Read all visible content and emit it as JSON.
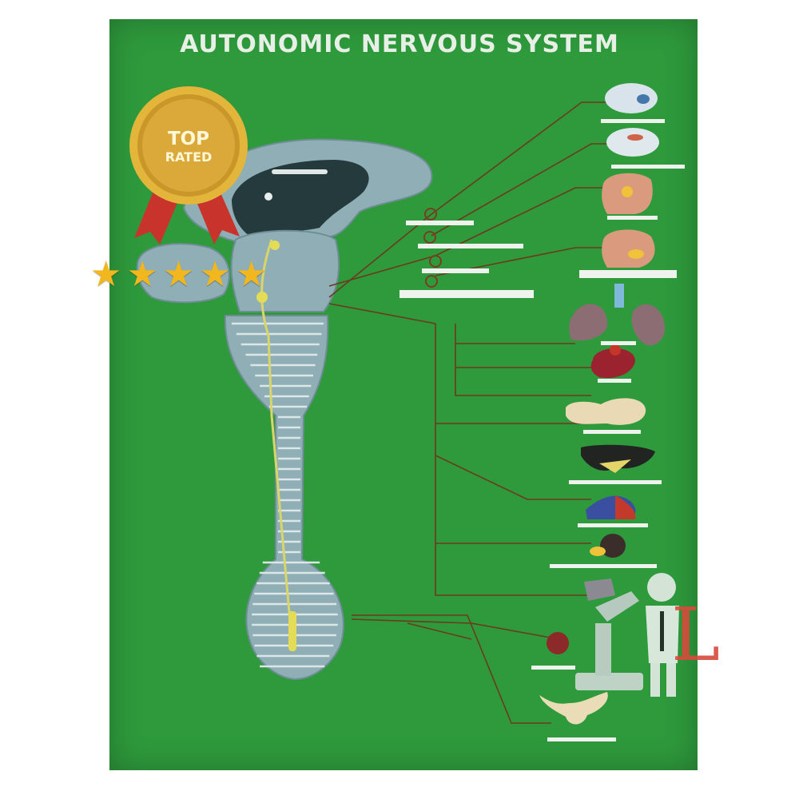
{
  "board": {
    "title": "AUTONOMIC NERVOUS SYSTEM",
    "background_color": "#2e9a3c",
    "organs": [
      {
        "name": "eye-icon"
      },
      {
        "name": "eye-lens-icon"
      },
      {
        "name": "head-icon"
      },
      {
        "name": "face-icon"
      },
      {
        "name": "lungs-icon"
      },
      {
        "name": "heart-icon"
      },
      {
        "name": "stomach-icon"
      },
      {
        "name": "liver-icon"
      },
      {
        "name": "pancreas-icon"
      },
      {
        "name": "kidney-icon"
      },
      {
        "name": "intestine-icon"
      },
      {
        "name": "bladder-icon"
      },
      {
        "name": "uterus-icon"
      }
    ]
  },
  "badge": {
    "top": "TOP",
    "rated": "RATED",
    "color": "#d8a72a",
    "ribbon_color": "#c8342c"
  },
  "rating": {
    "stars": 5,
    "star_color": "#f2b61f"
  },
  "watermark": {
    "letter": "L",
    "color": "#d74b3c"
  }
}
